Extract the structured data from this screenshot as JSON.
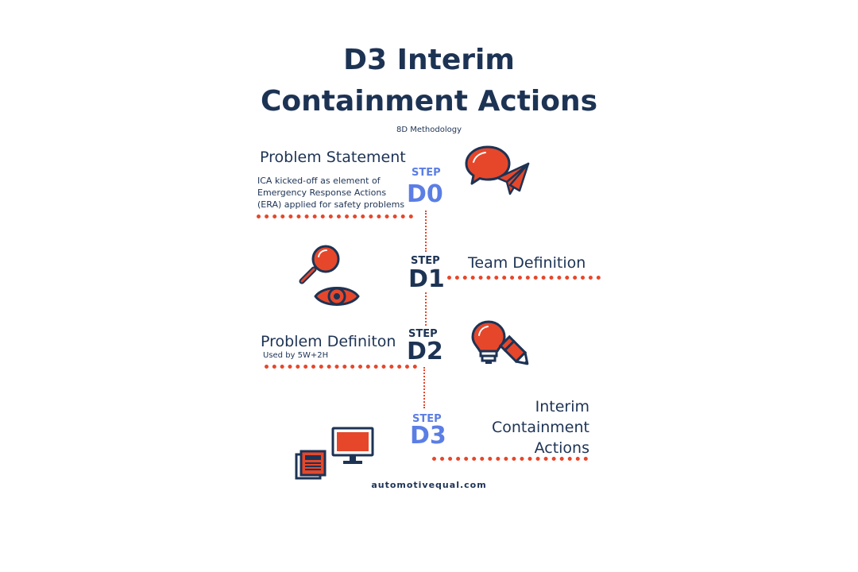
{
  "header": {
    "title_line1": "D3 Interim",
    "title_line2": "Containment Actions",
    "subtitle": "8D Methodology"
  },
  "steps": [
    {
      "step_label": "STEP",
      "code": "D0",
      "heading": "Problem Statement",
      "description_lines": [
        "ICA kicked-off as element of",
        "Emergency Response Actions",
        "(ERA) applied for safety problems"
      ],
      "icons": [
        "speech-bubble-icon",
        "paper-plane-icon"
      ]
    },
    {
      "step_label": "STEP",
      "code": "D1",
      "heading": "Team Definition",
      "icons": [
        "magnifier-icon",
        "eye-icon"
      ]
    },
    {
      "step_label": "STEP",
      "code": "D2",
      "heading": "Problem Definiton",
      "description": "Used by 5W+2H",
      "icons": [
        "lightbulb-icon",
        "pencil-icon"
      ]
    },
    {
      "step_label": "STEP",
      "code": "D3",
      "heading_lines": [
        "Interim",
        "Containment",
        "Actions"
      ],
      "icons": [
        "newspaper-icon",
        "monitor-icon"
      ]
    }
  ],
  "colors": {
    "navy": "#1d3354",
    "blue": "#5b7ee5",
    "accent": "#e6472b"
  },
  "footer": {
    "site": "automotivequal.com"
  }
}
